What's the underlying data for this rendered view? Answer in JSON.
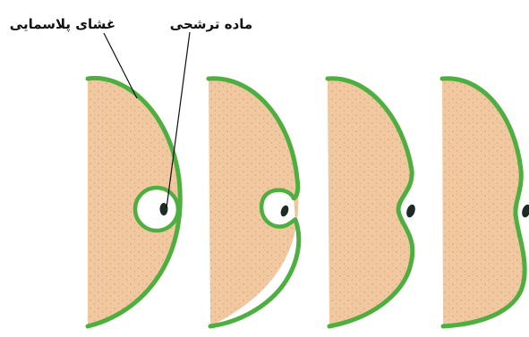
{
  "labels": {
    "plasma_membrane": "غشای پلاسمایی",
    "secretory_substance": "ماده ترشحی"
  },
  "stages": [
    {
      "stage": 1,
      "description_key": "vesicle-inside-cell"
    },
    {
      "stage": 2,
      "description_key": "vesicle-fusing-with-membrane"
    },
    {
      "stage": 3,
      "description_key": "vesicle-opening-release"
    },
    {
      "stage": 4,
      "description_key": "substance-released"
    }
  ],
  "colors": {
    "membrane": "#4caf3f",
    "cytoplasm": "#f1c8a0",
    "cytoplasm_dots": "#b98a63",
    "vesicle_fill": "#ffffff",
    "secretion": "#1c2b26",
    "leader_line": "#111111"
  }
}
